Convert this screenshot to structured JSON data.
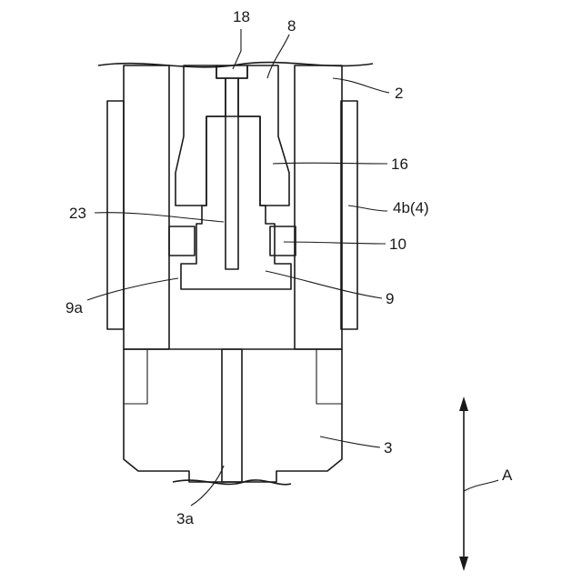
{
  "labels": {
    "l18": "18",
    "l8": "8",
    "l2": "2",
    "l16": "16",
    "l4b": "4b(4)",
    "l23": "23",
    "l10": "10",
    "l9a": "9a",
    "l9": "9",
    "l3": "3",
    "l3a": "3a",
    "lA": "A"
  }
}
